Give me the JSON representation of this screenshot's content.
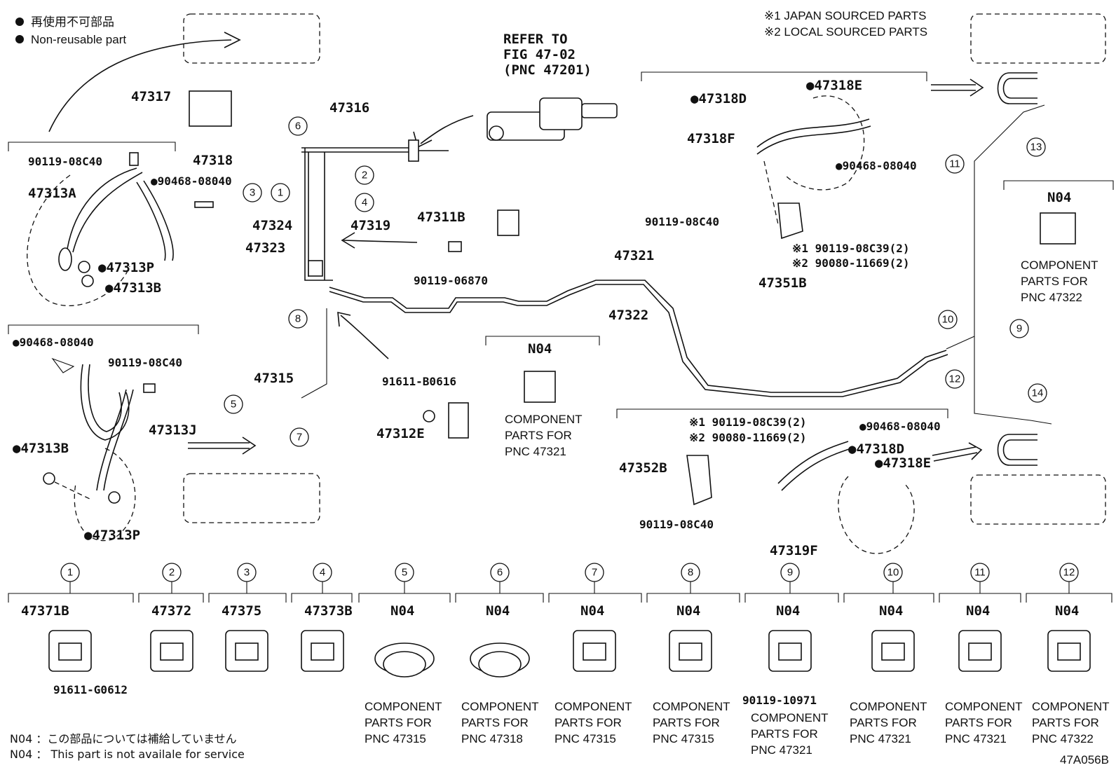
{
  "legend": {
    "jp": "再使用不可部品",
    "en": "Non-reusable part"
  },
  "notes": {
    "japan": "※1 JAPAN SOURCED PARTS",
    "local": "※2 LOCAL SOURCED PARTS"
  },
  "refer": [
    "REFER TO",
    "FIG 47-02",
    "(PNC 47201)"
  ],
  "labels": {
    "l47317": "47317",
    "l47316": "47316",
    "l47318": "47318",
    "l90119_08C40_a": "90119-08C40",
    "l90468_08040_a": "●90468-08040",
    "l47313A": "47313A",
    "l47313P_a": "●47313P",
    "l47313B_a": "●47313B",
    "l47311B": "47311B",
    "l47324": "47324",
    "l47319": "47319",
    "l47323": "47323",
    "l90119_06870": "90119-06870",
    "l47321": "47321",
    "l47322": "47322",
    "l47318D_a": "●47318D",
    "l47318E_a": "●47318E",
    "l47318F": "47318F",
    "l90468_08040_b": "●90468-08040",
    "l90119_08C40_b": "90119-08C40",
    "l90119_08C39_a": "※1 90119-08C39(2)",
    "l90080_11669_a": "※2 90080-11669(2)",
    "l47351B": "47351B",
    "l90468_08040_c": "●90468-08040",
    "l90119_08C40_c": "90119-08C40",
    "l47313J": "47313J",
    "l47313B_b": "●47313B",
    "l47313P_b": "●47313P",
    "l47315": "47315",
    "l91611_B0616": "91611-B0616",
    "l47312E": "47312E",
    "l90119_08C39_b": "※1 90119-08C39(2)",
    "l90080_11669_b": "※2 90080-11669(2)",
    "l90468_08040_d": "●90468-08040",
    "l47352B": "47352B",
    "l47318D_b": "●47318D",
    "l47318E_b": "●47318E",
    "l90119_08C40_d": "90119-08C40",
    "l47319F": "47319F",
    "n04_13": "N04",
    "n04_14": "N04",
    "comp_13": [
      "COMPONENT",
      "PARTS FOR",
      "PNC 47321"
    ],
    "comp_14": [
      "COMPONENT",
      "PARTS FOR",
      "PNC 47322"
    ]
  },
  "callouts": [
    "1",
    "2",
    "3",
    "4",
    "5",
    "6",
    "7",
    "8",
    "9",
    "10",
    "11",
    "12",
    "13",
    "14"
  ],
  "bottom_parts": [
    {
      "num": "1",
      "code": "47371B",
      "sub": "91611-G0612",
      "comp": []
    },
    {
      "num": "2",
      "code": "47372",
      "sub": "",
      "comp": []
    },
    {
      "num": "3",
      "code": "47375",
      "sub": "",
      "comp": []
    },
    {
      "num": "4",
      "code": "47373B",
      "sub": "",
      "comp": []
    },
    {
      "num": "5",
      "code": "N04",
      "sub": "",
      "comp": [
        "COMPONENT",
        "PARTS FOR",
        "PNC 47315"
      ]
    },
    {
      "num": "6",
      "code": "N04",
      "sub": "",
      "comp": [
        "COMPONENT",
        "PARTS FOR",
        "PNC 47318"
      ]
    },
    {
      "num": "7",
      "code": "N04",
      "sub": "",
      "comp": [
        "COMPONENT",
        "PARTS FOR",
        "PNC 47315"
      ]
    },
    {
      "num": "8",
      "code": "N04",
      "sub": "",
      "comp": [
        "COMPONENT",
        "PARTS FOR",
        "PNC 47315"
      ]
    },
    {
      "num": "9",
      "code": "N04",
      "sub": "90119-10971",
      "comp": [
        "COMPONENT",
        "PARTS FOR",
        "PNC 47321"
      ]
    },
    {
      "num": "10",
      "code": "N04",
      "sub": "",
      "comp": [
        "COMPONENT",
        "PARTS FOR",
        "PNC 47321"
      ]
    },
    {
      "num": "11",
      "code": "N04",
      "sub": "",
      "comp": [
        "COMPONENT",
        "PARTS FOR",
        "PNC 47321"
      ]
    },
    {
      "num": "12",
      "code": "N04",
      "sub": "",
      "comp": [
        "COMPONENT",
        "PARTS FOR",
        "PNC 47322"
      ]
    }
  ],
  "footer": {
    "jp": "N04 ：この部品については補給していません",
    "en": "N04 ： This part is not availale for service",
    "fig_id": "47A056B"
  }
}
